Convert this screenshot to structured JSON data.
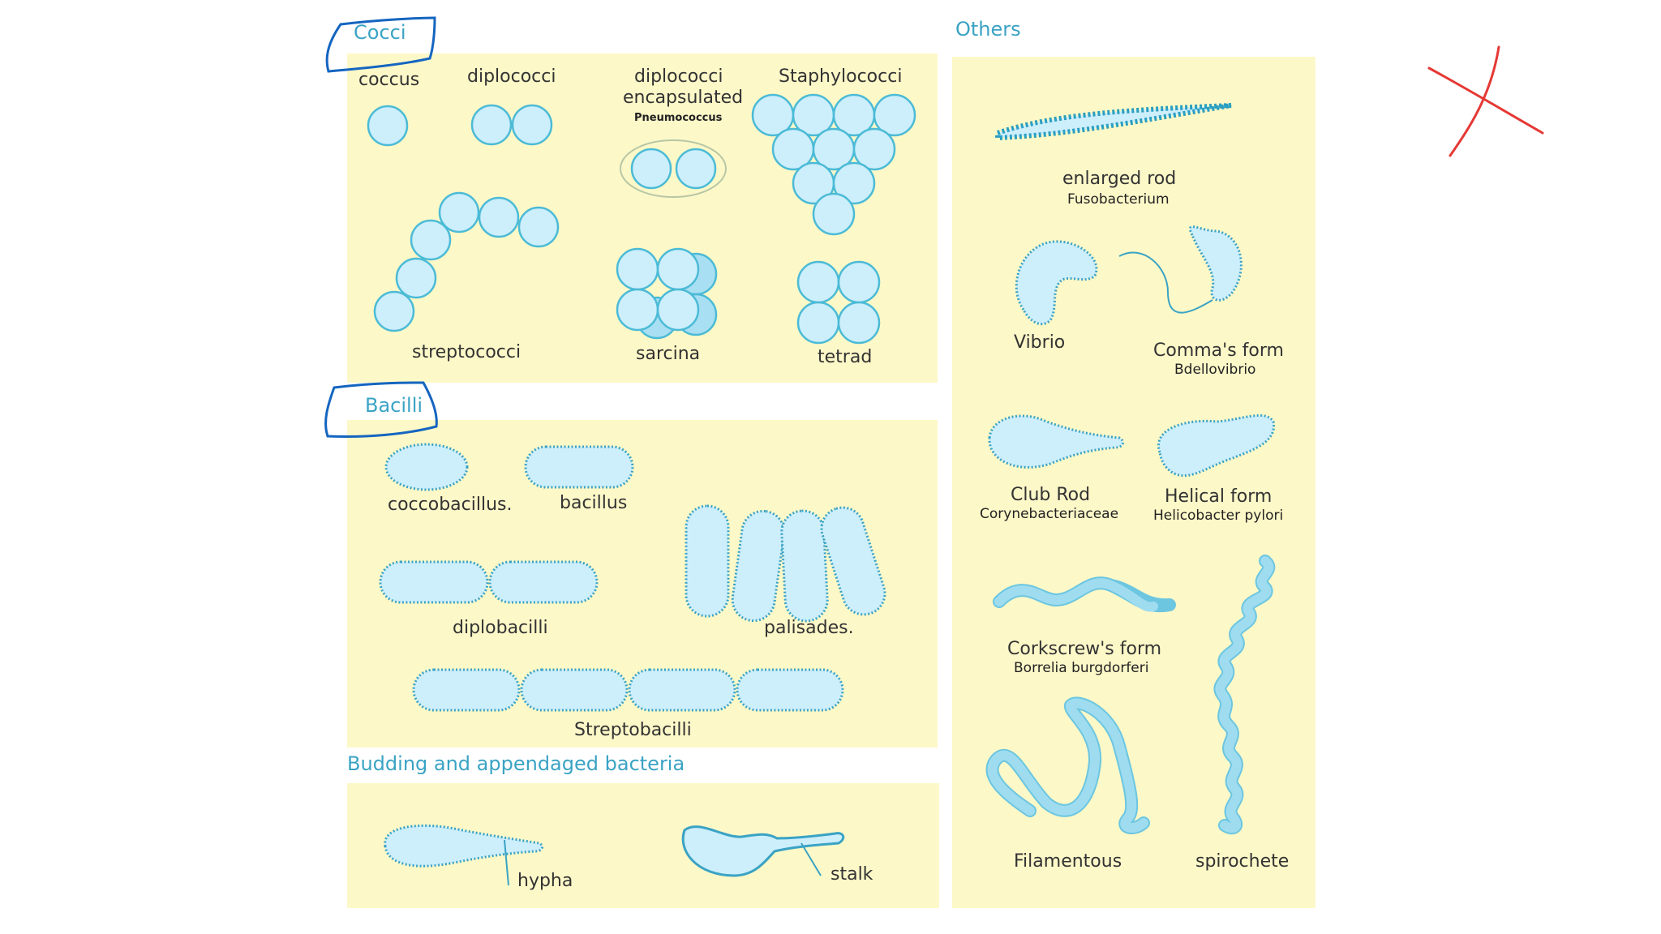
{
  "sections": {
    "cocci": "Cocci",
    "bacilli": "Bacilli",
    "budding": "Budding and appendaged bacteria",
    "others": "Others"
  },
  "cocci": {
    "coccus": "coccus",
    "diplococci": "diplococci",
    "diplococci_encapsulated_line1": "diplococci",
    "diplococci_encapsulated_line2": "encapsulated",
    "pneumococcus": "Pneumococcus",
    "staphylococci": "Staphylococci",
    "streptococci": "streptococci",
    "sarcina": "sarcina",
    "tetrad": "tetrad"
  },
  "bacilli": {
    "coccobacillus": "coccobacillus.",
    "bacillus": "bacillus",
    "diplobacilli": "diplobacilli",
    "palisades": "palisades.",
    "streptobacilli": "Streptobacilli"
  },
  "budding": {
    "hypha": "hypha",
    "stalk": "stalk"
  },
  "others": {
    "enlarged_rod": "enlarged rod",
    "fusobacterium": "Fusobacterium",
    "vibrio": "Vibrio",
    "commas_form": "Comma's form",
    "bdellovibrio": "Bdellovibrio",
    "club_rod": "Club Rod",
    "corynebacteriaceae": "Corynebacteriaceae",
    "helical_form": "Helical form",
    "helicobacter": "Helicobacter pylori",
    "corkscrew": "Corkscrew's form",
    "borrelia": "Borrelia burgdorferi",
    "filamentous": "Filamentous",
    "spirochete": "spirochete"
  },
  "colors": {
    "panel": "#fdf8c8",
    "cell_fill": "#cdeefb",
    "cell_stroke": "#4bbbd6",
    "title": "#3aa3c4",
    "ink_blue": "#1565c0",
    "ink_red": "#e53935"
  }
}
